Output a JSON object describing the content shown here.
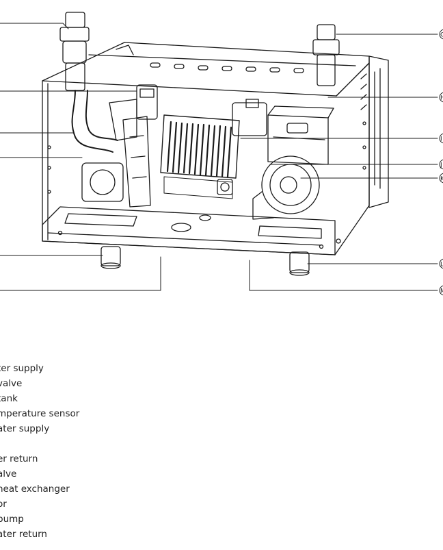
{
  "diagram": {
    "callouts": [
      "G",
      "H",
      "I",
      "J",
      "K",
      "L",
      "M"
    ]
  },
  "legend": {
    "items": [
      "ter supply",
      "valve",
      " tank",
      "mperature sensor",
      "ater supply",
      "",
      "er return",
      "alve",
      " heat exchanger",
      "or",
      " pump",
      "ater return"
    ]
  }
}
